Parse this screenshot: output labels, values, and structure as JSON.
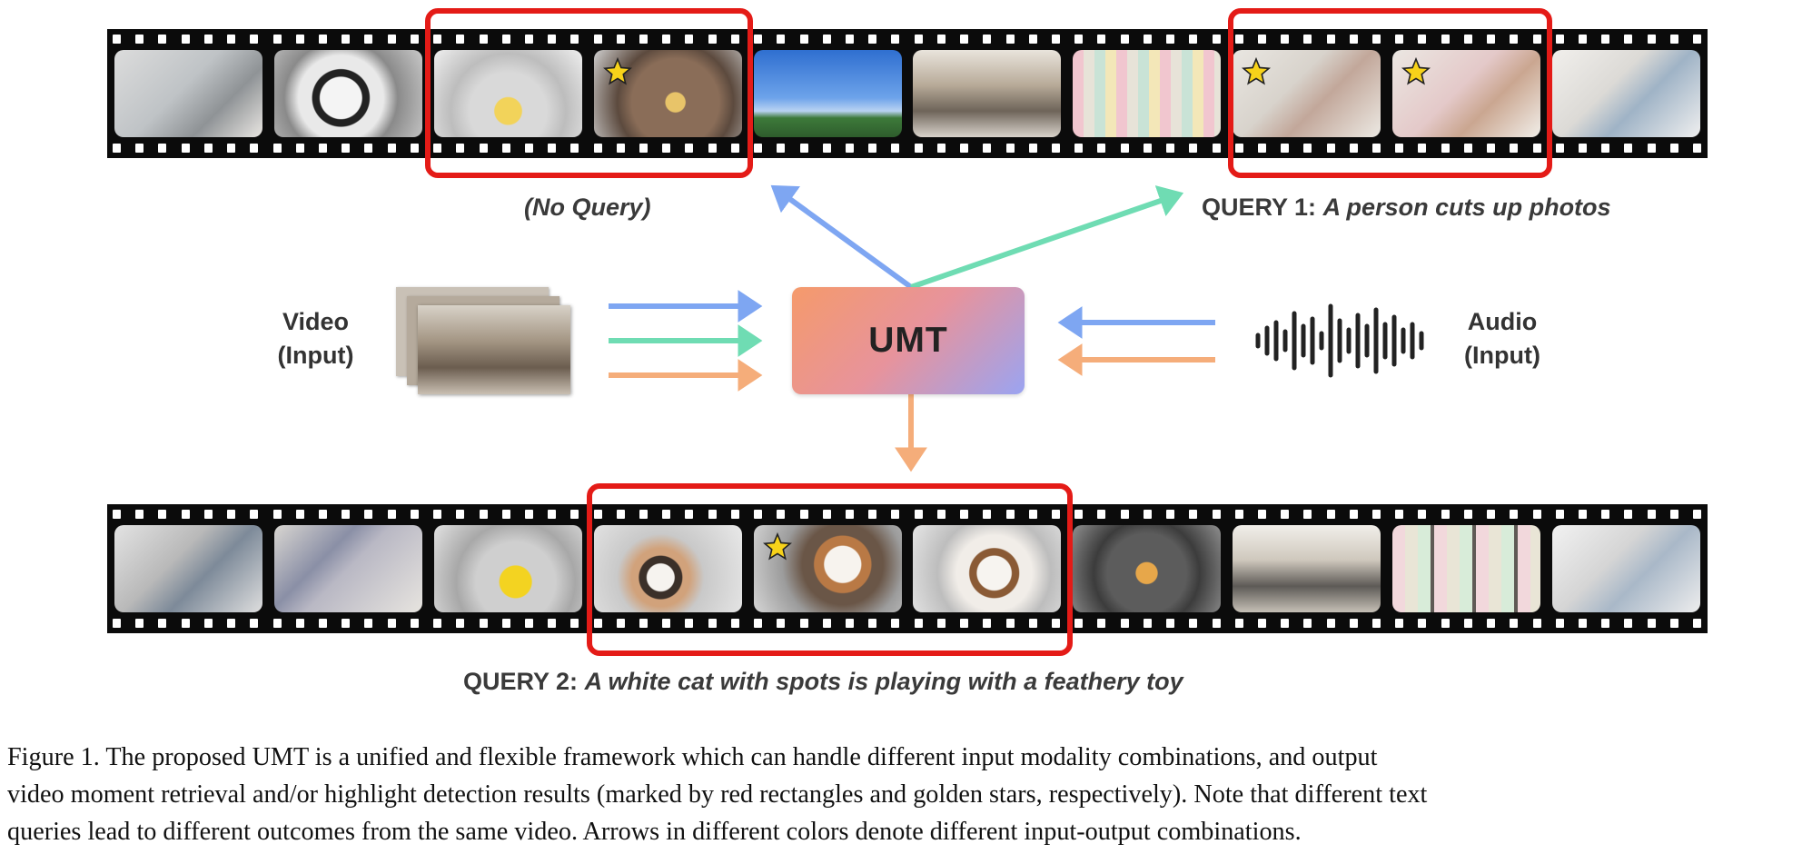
{
  "labels": {
    "no_query": "(No Query)",
    "query1_prefix": "QUERY 1:",
    "query1_text": "A person cuts up photos",
    "query2_prefix": "QUERY 2:",
    "query2_text": "A white cat with spots is playing with a feathery toy",
    "video_label_1": "Video",
    "video_label_2": "(Input)",
    "audio_label_1": "Audio",
    "audio_label_2": "(Input)",
    "umt": "UMT"
  },
  "caption": {
    "lines": [
      "Figure 1.  The proposed UMT is a unified and flexible framework which can handle different input modality combinations, and output",
      "video moment retrieval and/or highlight detection results (marked by red rectangles and golden stars, respectively). Note that different text",
      "queries lead to different outcomes from the same video. Arrows in different colors denote different input-output combinations."
    ]
  },
  "colors": {
    "arrow_blue": "#7ea6f2",
    "arrow_green": "#6fdcb3",
    "arrow_orange": "#f5ad7a",
    "highlight_red": "#e41b17",
    "star_gold": "#f7d21a"
  },
  "icons": {
    "video_input": "video-frames-stack-icon",
    "audio_input": "audio-waveform-icon",
    "highlight": "star-icon"
  }
}
